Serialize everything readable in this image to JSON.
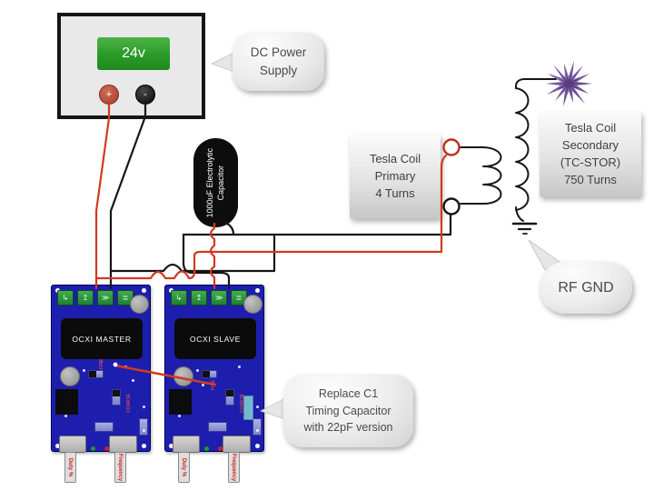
{
  "diagram": {
    "psu": {
      "display_value": "24v",
      "positive_terminal": "+",
      "negative_terminal": "-"
    },
    "capacitor_label": "1000uF Electrolytic\nCapacitor",
    "component_labels": {
      "primary": "Tesla Coil\nPrimary\n4 Turns",
      "secondary": "Tesla Coil\nSecondary\n(TC-STOR)\n750 Turns"
    },
    "callouts": {
      "dc_power": "DC Power\nSupply",
      "rf_gnd": "RF GND",
      "replace_c1": "Replace C1\nTiming Capacitor\nwith 22pF version"
    },
    "boards": {
      "master": {
        "title": "OCXI MASTER",
        "left_tab": "Duty %",
        "right_tab": "Frequency",
        "fine": "FINE",
        "coarse": "COARSE"
      },
      "slave": {
        "title": "OCXI SLAVE",
        "left_tab": "Duty %",
        "right_tab": "Frequency",
        "fine": "FINE",
        "coarse": "COARSE"
      }
    },
    "terminal_glyphs": [
      "↳",
      "↥",
      "≫",
      "≣"
    ],
    "colors": {
      "wire_red": "#d03a1f",
      "wire_black": "#161616",
      "board_blue": "#1e1eae",
      "terminal_green": "#2f9e3e",
      "display_green": "#2ea02e",
      "spark_purple": "#6b4f96"
    }
  }
}
